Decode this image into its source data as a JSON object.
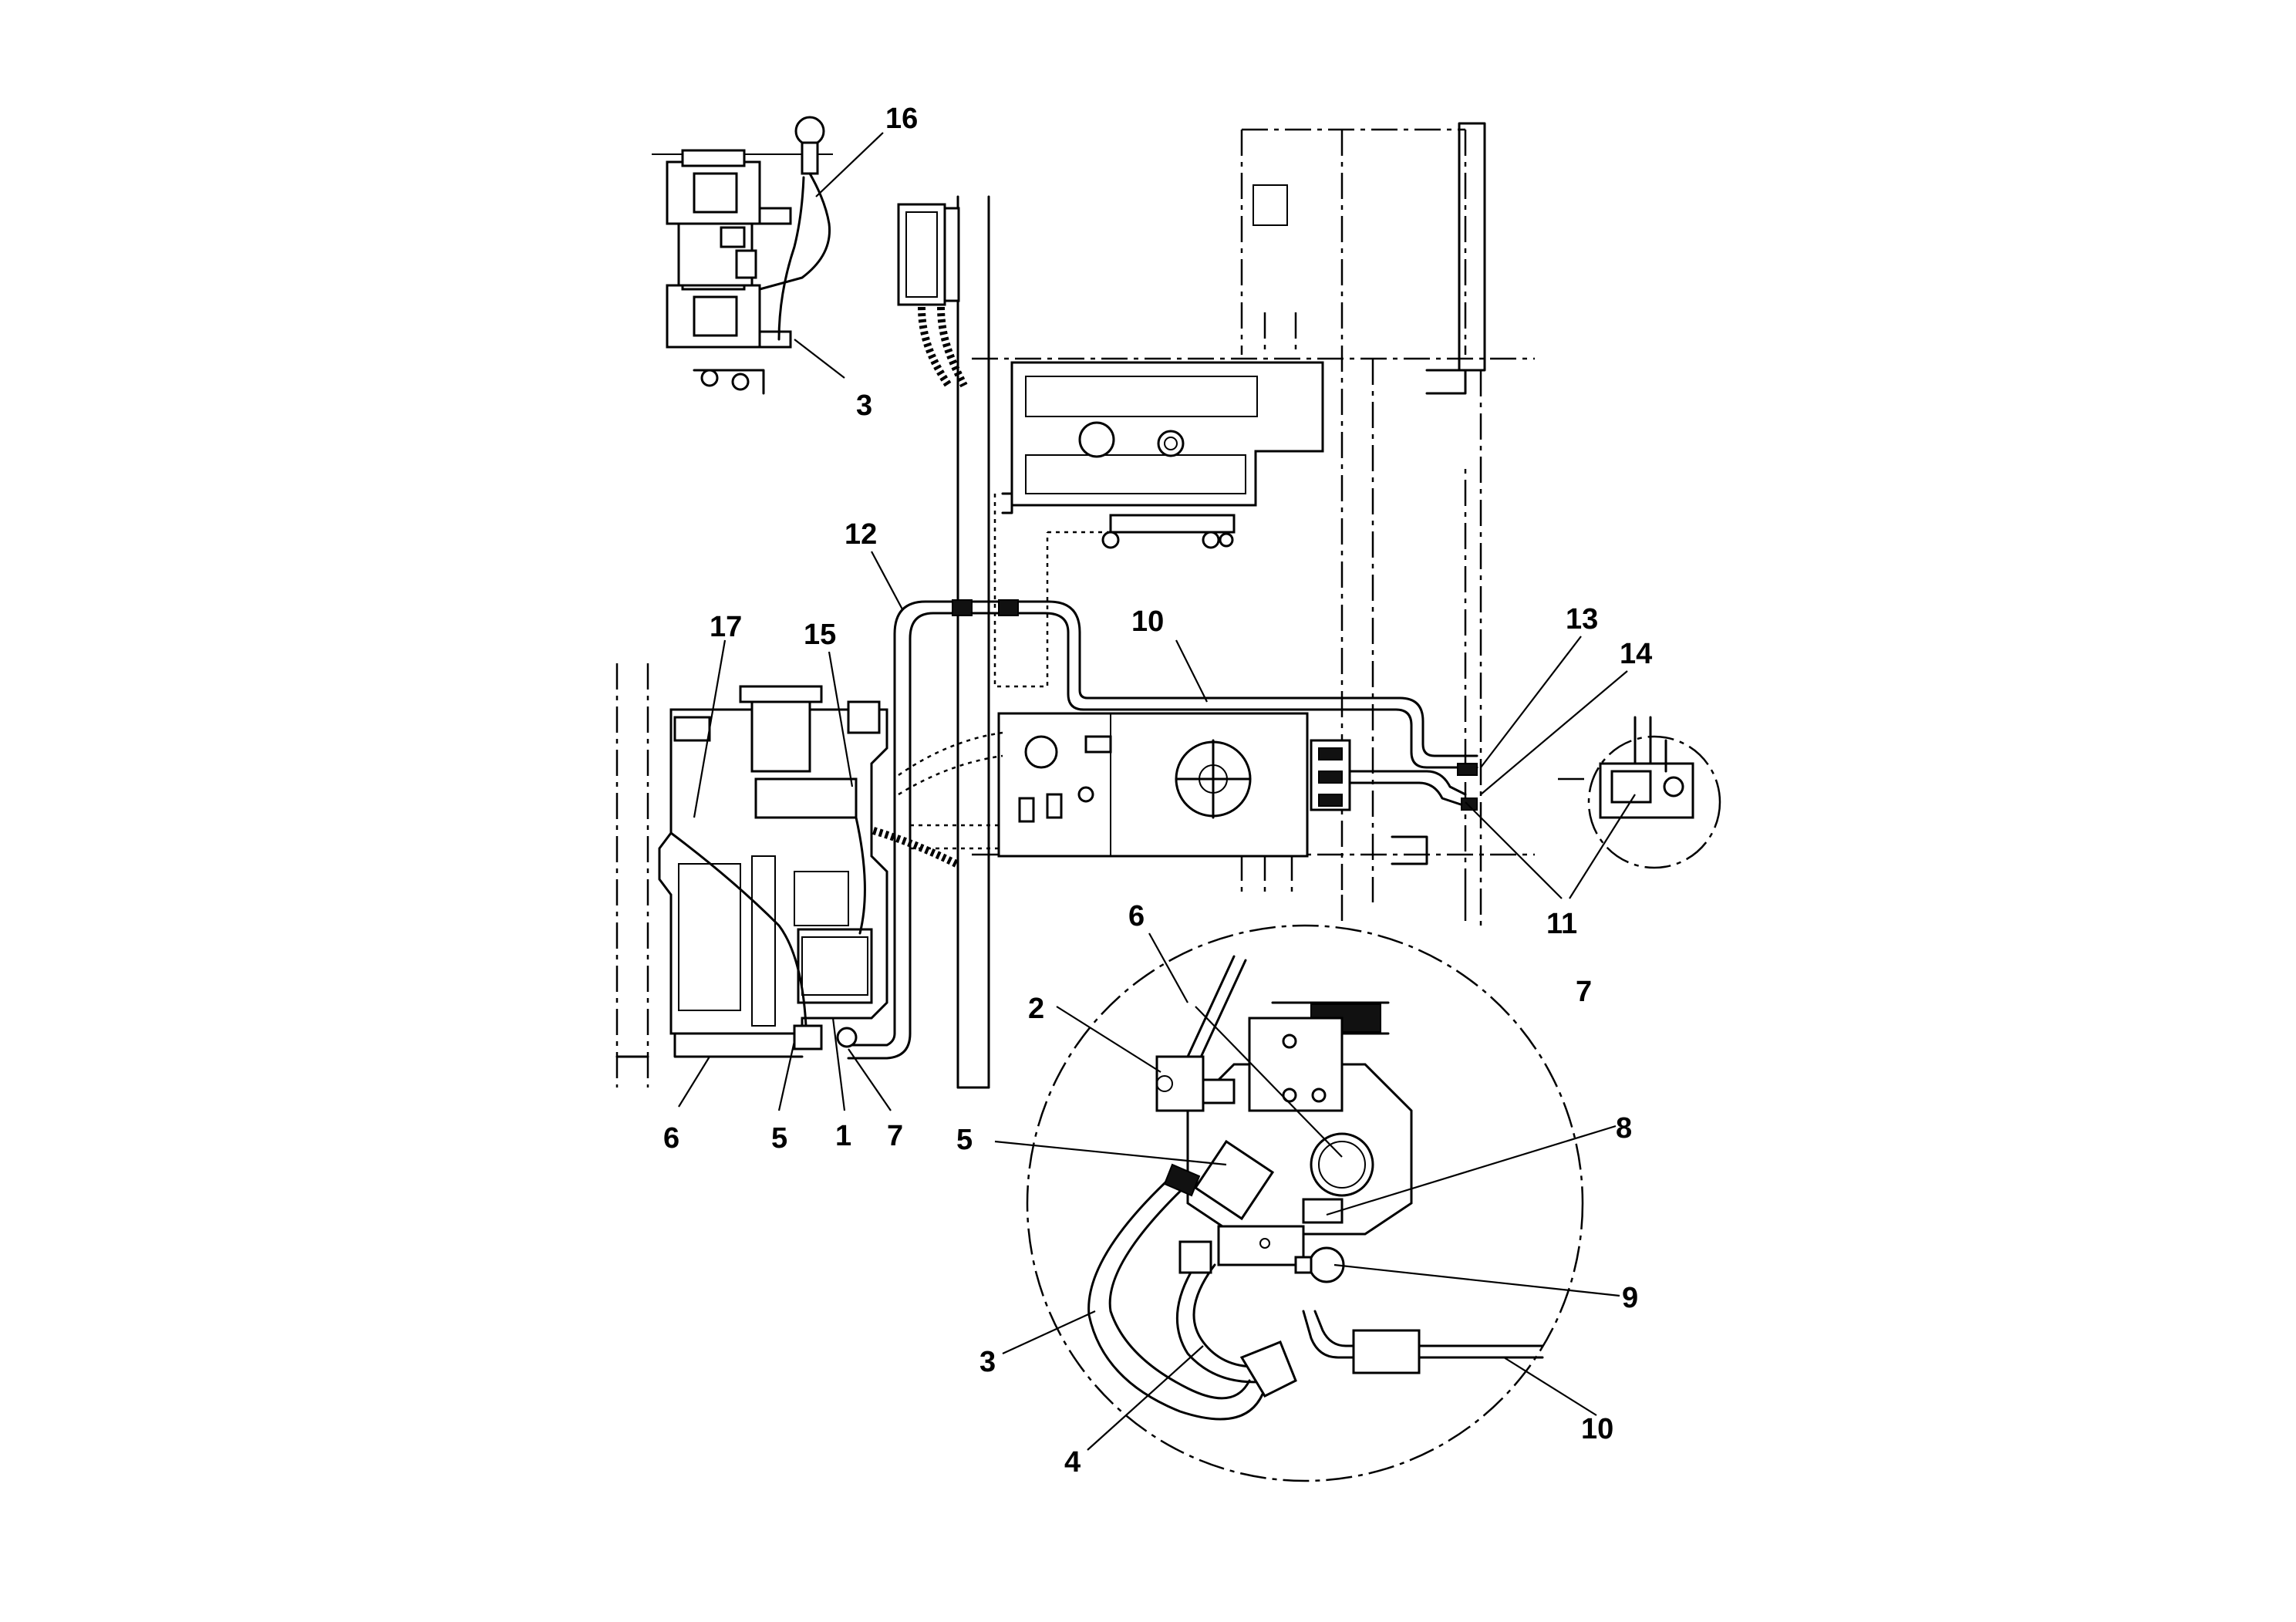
{
  "callouts": {
    "c16": "16",
    "c3_top": "3",
    "c12": "12",
    "c17": "17",
    "c15": "15",
    "c10_main": "10",
    "c13": "13",
    "c14": "14",
    "c11": "11",
    "c6_main": "6",
    "c5_main": "5",
    "c1": "1",
    "c7_main": "7",
    "c6_detail": "6",
    "c2": "2",
    "c7_detail": "7",
    "c5_detail": "5",
    "c8": "8",
    "c9": "9",
    "c3_detail": "3",
    "c4": "4",
    "c10_detail": "10"
  }
}
